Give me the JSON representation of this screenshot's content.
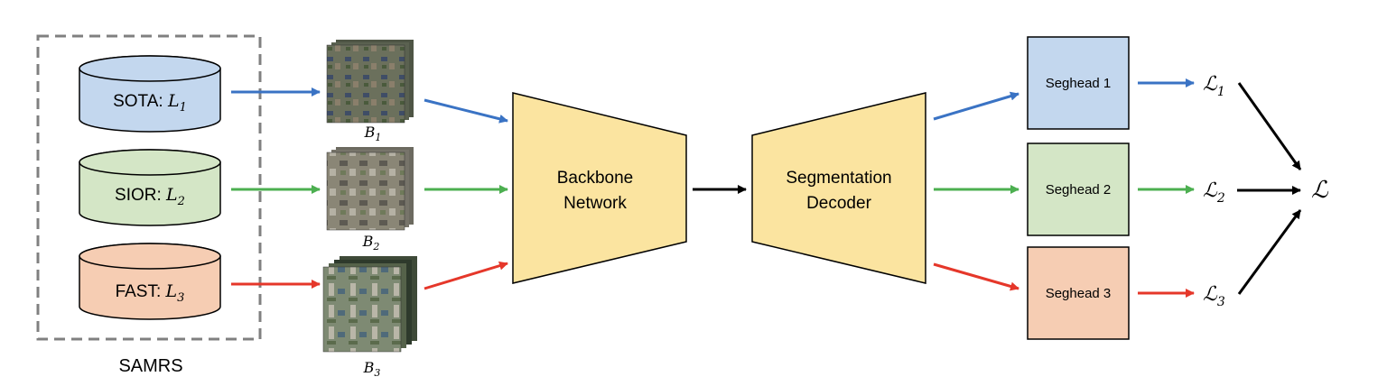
{
  "colors": {
    "blue": "#3a73c4",
    "green": "#4caf50",
    "red": "#e5372a",
    "black": "#000000",
    "blue_fill": "#c3d7ee",
    "green_fill": "#d4e6c6",
    "orange_fill": "#f6cdb3",
    "yellow_fill": "#fbe4a0",
    "group_border": "#808080"
  },
  "group": {
    "label": "SAMRS"
  },
  "datasets": [
    {
      "name": "SOTA: ",
      "sub_var": "L",
      "sub_idx": "1"
    },
    {
      "name": "SIOR: ",
      "sub_var": "L",
      "sub_idx": "2"
    },
    {
      "name": "FAST: ",
      "sub_var": "L",
      "sub_idx": "3"
    }
  ],
  "batches": [
    {
      "var": "B",
      "idx": "1"
    },
    {
      "var": "B",
      "idx": "2"
    },
    {
      "var": "B",
      "idx": "3"
    }
  ],
  "backbone": {
    "line1": "Backbone",
    "line2": "Network"
  },
  "decoder": {
    "line1": "Segmentation",
    "line2": "Decoder"
  },
  "segheads": [
    "Seghead 1",
    "Seghead 2",
    "Seghead 3"
  ],
  "losses": [
    {
      "var": "ℒ",
      "idx": "1"
    },
    {
      "var": "ℒ",
      "idx": "2"
    },
    {
      "var": "ℒ",
      "idx": "3"
    }
  ],
  "total_loss": "ℒ"
}
